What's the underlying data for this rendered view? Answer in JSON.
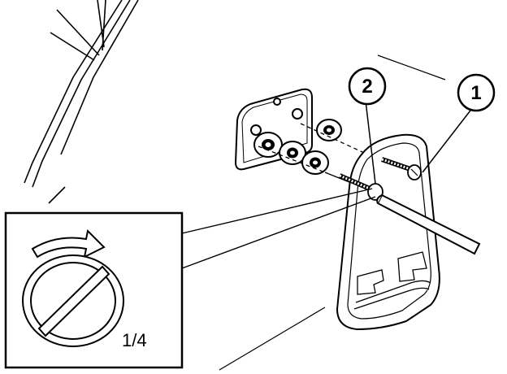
{
  "callouts": [
    {
      "label": "1"
    },
    {
      "label": "2"
    }
  ],
  "inset": {
    "label": "1/4",
    "icon": "quarter-turn-rotation-icon"
  },
  "colors": {
    "line": "#000000",
    "background": "#ffffff"
  }
}
